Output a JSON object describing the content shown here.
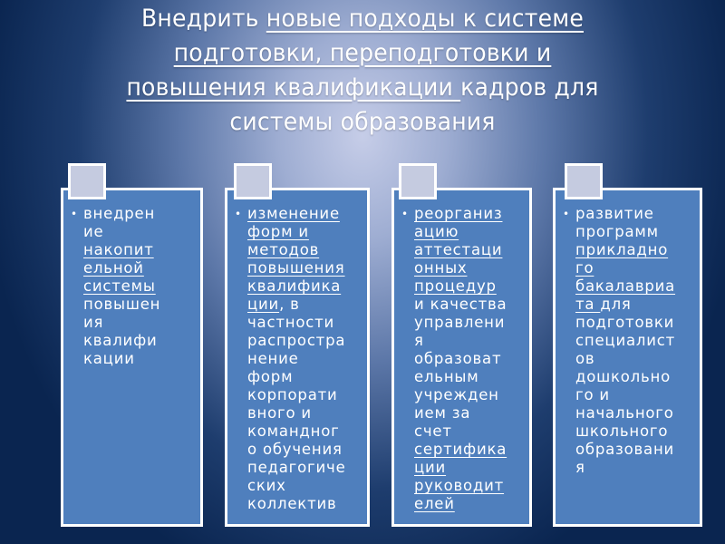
{
  "title": {
    "segments": [
      {
        "text": "Внедрить ",
        "underline": false
      },
      {
        "text": "новые подходы к системе\nподготовки, переподготовки и\nповышения квалификации ",
        "underline": true
      },
      {
        "text": "кадров для\nсистемы образования",
        "underline": false
      }
    ],
    "line1_plain": "Внедрить ",
    "line1_u": "новые подходы к системе",
    "line2_u": "подготовки, переподготовки и",
    "line3_u": "повышения квалификации ",
    "line3_plain": "кадров для",
    "line4_plain": "системы образования"
  },
  "colors": {
    "card_fill": "#4f7fbd",
    "card_border": "#ffffff",
    "tab_fill": "#c5cbe0",
    "background_center": "#c6cde8",
    "background_edge": "#0a2550",
    "text": "#ffffff"
  },
  "cards": [
    {
      "bullet": "•",
      "lines": [
        {
          "t": "внедрен",
          "u": false
        },
        {
          "t": "ие",
          "u": false
        },
        {
          "t": "накопит",
          "u": true
        },
        {
          "t": "ельной",
          "u": true
        },
        {
          "t": "системы",
          "u": true
        },
        {
          "t": "повышен",
          "u": false
        },
        {
          "t": "ия",
          "u": false
        },
        {
          "t": "квалифи",
          "u": false
        },
        {
          "t": "кации",
          "u": false
        }
      ]
    },
    {
      "bullet": "•",
      "lines": [
        {
          "t": "изменение",
          "u": true
        },
        {
          "t": "форм и",
          "u": true
        },
        {
          "t": "методов",
          "u": true
        },
        {
          "t": "повышения",
          "u": true
        },
        {
          "t": "квалифика",
          "u": true
        },
        {
          "t": "ции",
          "u": true,
          "tail": ", в"
        },
        {
          "t": "частности",
          "u": false
        },
        {
          "t": "распростра",
          "u": false
        },
        {
          "t": "нение",
          "u": false
        },
        {
          "t": "форм",
          "u": false
        },
        {
          "t": "корпорати",
          "u": false
        },
        {
          "t": "вного и",
          "u": false
        },
        {
          "t": "командног",
          "u": false
        },
        {
          "t": "о обучения",
          "u": false
        },
        {
          "t": "педагогиче",
          "u": false
        },
        {
          "t": "ских",
          "u": false
        },
        {
          "t": "коллектив",
          "u": false
        }
      ]
    },
    {
      "bullet": "•",
      "lines": [
        {
          "t": "реорганиз",
          "u": true
        },
        {
          "t": "ацию",
          "u": true
        },
        {
          "t": "аттестаци",
          "u": true
        },
        {
          "t": "онных",
          "u": true
        },
        {
          "t": "процедур",
          "u": true
        },
        {
          "t": "и качества",
          "u": false
        },
        {
          "t": "управлени",
          "u": false
        },
        {
          "t": "я",
          "u": false
        },
        {
          "t": "образоват",
          "u": false
        },
        {
          "t": "ельным",
          "u": false
        },
        {
          "t": "учрежден",
          "u": false
        },
        {
          "t": "ием за",
          "u": false
        },
        {
          "t": "счет",
          "u": false
        },
        {
          "t": "сертифика",
          "u": true
        },
        {
          "t": "ции",
          "u": true
        },
        {
          "t": "руководит",
          "u": true
        },
        {
          "t": "елей",
          "u": true
        }
      ]
    },
    {
      "bullet": "•",
      "lines": [
        {
          "t": "развитие",
          "u": false
        },
        {
          "t": "программ",
          "u": false
        },
        {
          "t": "прикладно",
          "u": true
        },
        {
          "t": "го",
          "u": true
        },
        {
          "t": "бакалавриа",
          "u": true
        },
        {
          "t": "та ",
          "u": true,
          "tail": "для"
        },
        {
          "t": "подготовки",
          "u": false
        },
        {
          "t": "специалист",
          "u": false
        },
        {
          "t": "ов",
          "u": false
        },
        {
          "t": "дошкольно",
          "u": false
        },
        {
          "t": "го и",
          "u": false
        },
        {
          "t": "начального",
          "u": false
        },
        {
          "t": "школьного",
          "u": false
        },
        {
          "t": "образовани",
          "u": false
        },
        {
          "t": "я",
          "u": false
        }
      ]
    }
  ]
}
